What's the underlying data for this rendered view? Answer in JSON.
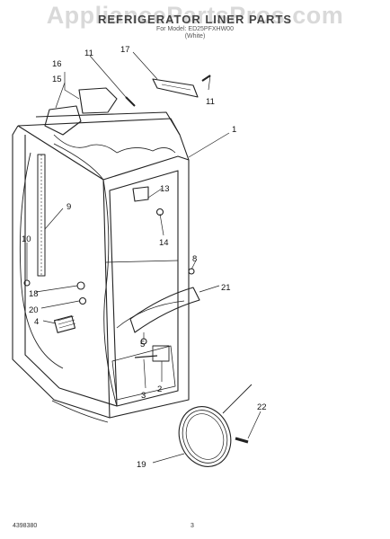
{
  "header": {
    "watermark": "AppliancePartsPros.com",
    "title": "REFRIGERATOR LINER PARTS",
    "model_line": "For Model: ED25PFXHW00",
    "color_line": "(White)"
  },
  "footer": {
    "doc_number": "4398380",
    "page_number": "3"
  },
  "parts": [
    {
      "label": "1"
    },
    {
      "label": "2"
    },
    {
      "label": "3"
    },
    {
      "label": "4"
    },
    {
      "label": "5"
    },
    {
      "label": "8"
    },
    {
      "label": "9"
    },
    {
      "label": "10"
    },
    {
      "label": "11"
    },
    {
      "label": "11"
    },
    {
      "label": "13"
    },
    {
      "label": "14"
    },
    {
      "label": "15"
    },
    {
      "label": "16"
    },
    {
      "label": "17"
    },
    {
      "label": "18"
    },
    {
      "label": "19"
    },
    {
      "label": "20"
    },
    {
      "label": "21"
    },
    {
      "label": "22"
    }
  ],
  "colors": {
    "line": "#222222",
    "watermark": "#b9b9b9"
  }
}
